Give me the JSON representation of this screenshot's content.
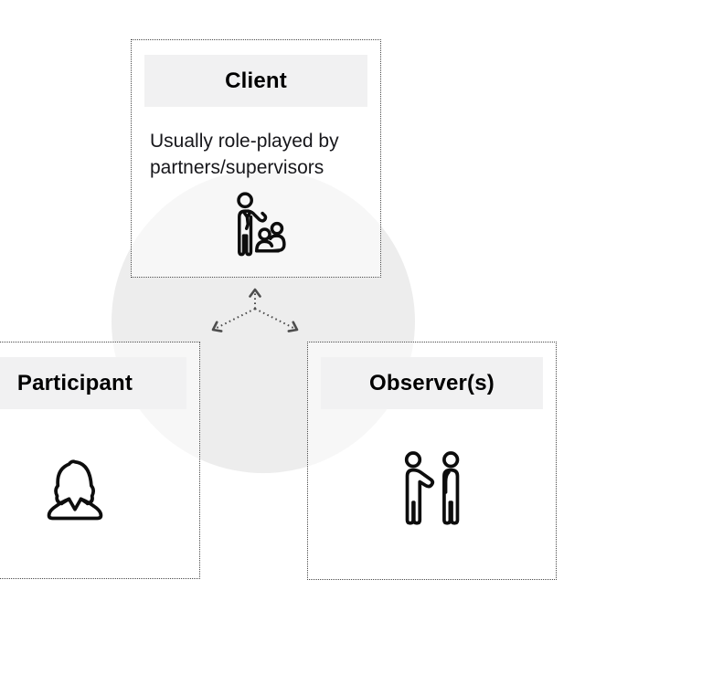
{
  "diagram": {
    "kind": "role-play-session-roles",
    "boxes": {
      "client": {
        "title": "Client",
        "description": "Usually role-played by partners/supervisors",
        "icon": "presenter-with-group-icon"
      },
      "participant": {
        "title": "Participant",
        "icon": "woman-bust-icon"
      },
      "observer": {
        "title": "Observer(s)",
        "icon": "two-people-standing-icon"
      }
    },
    "connector": {
      "style": "dotted",
      "directions": [
        "up",
        "down-left",
        "down-right"
      ]
    },
    "colors": {
      "background": "#ffffff",
      "circle": "#ededed",
      "header_bg": "#f0f0f1",
      "box_border": "#4a4a4a",
      "arrow": "#4d4d4d",
      "title_text": "#000000",
      "body_text": "#17171b",
      "icon_stroke": "#0d0d0d"
    }
  }
}
